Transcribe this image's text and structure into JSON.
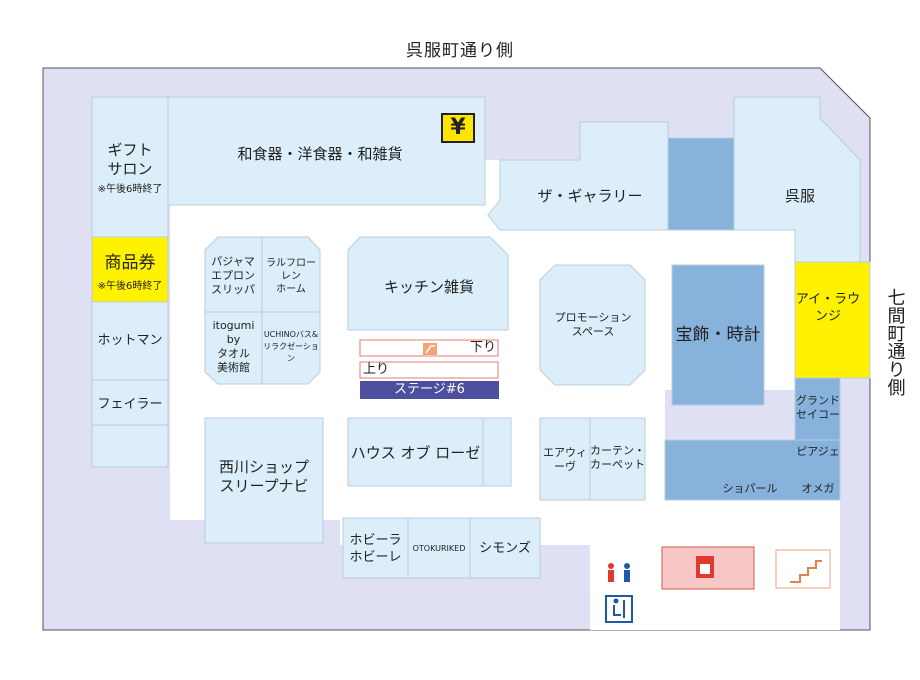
{
  "streets": {
    "top": "呉服町通り側",
    "right": "七間町通り側"
  },
  "shops": {
    "gift_salon": "ギフト\nサロン",
    "gift_salon_note": "※午後6時終了",
    "gift_voucher": "商品券",
    "gift_voucher_note": "※午後6時終了",
    "hotman": "ホットマン",
    "feiler": "フェイラー",
    "tableware": "和食器・洋食器・和雑貨",
    "the_gallery": "ザ・ギャラリー",
    "kimono": "呉服",
    "eye_lounge": "アイ・ラウンジ",
    "pajama": "パジャマ\nエプロン\nスリッパ",
    "ralph_lauren_home": "ラルフローレン\nホーム",
    "itogumi": "itogumi by\nタオル\n美術館",
    "uchino": "UCHINOバス&\nリラクゼーション",
    "kitchen": "キッチン雑貨",
    "promotion_space": "プロモーション\nスペース",
    "jewelry_watch": "宝飾・時計",
    "grand_seiko": "グランド\nセイコー",
    "piaget": "ピアジェ",
    "chopard": "ショパール",
    "omega": "オメガ",
    "nishikawa": "西川ショップ\nスリープナビ",
    "house_of_rose": "ハウス オブ ローゼ",
    "airweave": "エアウィーヴ",
    "curtain_carpet": "カーテン・\nカーペット",
    "hobbyra": "ホビーラ\nホビーレ",
    "otokuriked": "OTOKURIKED",
    "simons": "シモンズ"
  },
  "escalator": {
    "down": "下り",
    "up": "上り"
  },
  "stage": "ステージ#6",
  "icons": {
    "atm": "yen-icon",
    "restroom": "restroom-icon",
    "accessible_restroom": "accessible-restroom-icon",
    "elevator": "elevator-icon",
    "stairs": "stairs-icon",
    "escalator": "escalator-icon"
  },
  "colors": {
    "outer": "#dfe0f3",
    "shop": "#dbeef9",
    "jewelry": "#86b2dc",
    "highlight": "#fff200",
    "stage": "#4e4e9e",
    "elevator": "#f6c7c5",
    "accent_red": "#e03a2f"
  }
}
